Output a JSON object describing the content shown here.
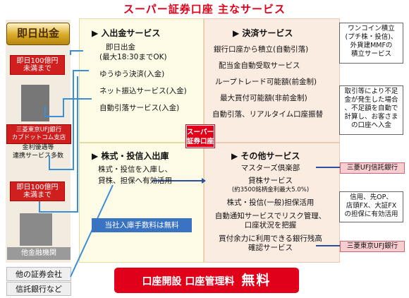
{
  "title": "スーパー証券口座 主なサービス",
  "left": {
    "badge": "即日出金",
    "tag1": {
      "line1": "即日100億円",
      "line2": "未満まで"
    },
    "bank_line1": "三菱東京UFJ銀行",
    "bank_line2": "カブドットコム支店",
    "bank_note_line1": "金利優遇等",
    "bank_note_line2": "連携サービス多数",
    "tag2": {
      "line1": "即日100億円",
      "line2": "未満まで"
    },
    "other_bank": "他金融機関",
    "other1": "他の証券会社",
    "other2": "信託銀行など"
  },
  "panels": {
    "deposit": {
      "title": "入出金サービス",
      "items": [
        "即日出金",
        "(最大18:30までOK)",
        "ゆうゆう決済(入金)",
        "ネット振込サービス(入金)",
        "自動引落サービス(入金)"
      ]
    },
    "settlement": {
      "title": "決済サービス",
      "items": [
        "銀行口座から積立(自動引落)",
        "配当金自動受取サービス",
        "ループトレード可能額(前金制)",
        "最大買付可能額(非前金制)",
        "自動引落、リアルタイム口座振替"
      ]
    },
    "securities": {
      "title": "株式・投信入出庫",
      "items": [
        "株式・投信を入庫し、",
        "貸株、担保へ有効活用"
      ],
      "fee_note": "当社入庫手数料は無料"
    },
    "other": {
      "title": "その他サービス",
      "items": [
        "マスターズ倶楽部",
        "貸株サービス",
        "(約3500銘柄金利最大5.0%)",
        "株式・投信(一般)担保活用",
        "自動通知サービスでリスク管理、",
        "口座状況を把握",
        "買付余力に利用できる銀行残高",
        "確認サービス"
      ]
    }
  },
  "center_badge": {
    "line1": "スーパー",
    "line2": "証券口座"
  },
  "notes": {
    "note1": [
      "ワンコイン積立",
      "(プチ株・投信)、",
      "外貨建MMFの",
      "積立サービス"
    ],
    "note2": [
      "取引等により不足",
      "金が発生した場合",
      "、不足額を自動で",
      "計算し、お客さま",
      "の口座へ入金"
    ],
    "note3": [
      "信用、先OP、",
      "店頭FX、大証FX",
      "の担保に有効活用"
    ]
  },
  "partners": {
    "trust": "三菱UFJ信託銀行",
    "bank": "三菱東京UFJ銀行"
  },
  "footer": {
    "label": "口座開設 口座管理料",
    "free": "無料"
  },
  "colors": {
    "red": "#e0001a",
    "blue": "#3a73c2",
    "panel_left": "#fdfbe6",
    "panel_right": "#fbece2"
  }
}
